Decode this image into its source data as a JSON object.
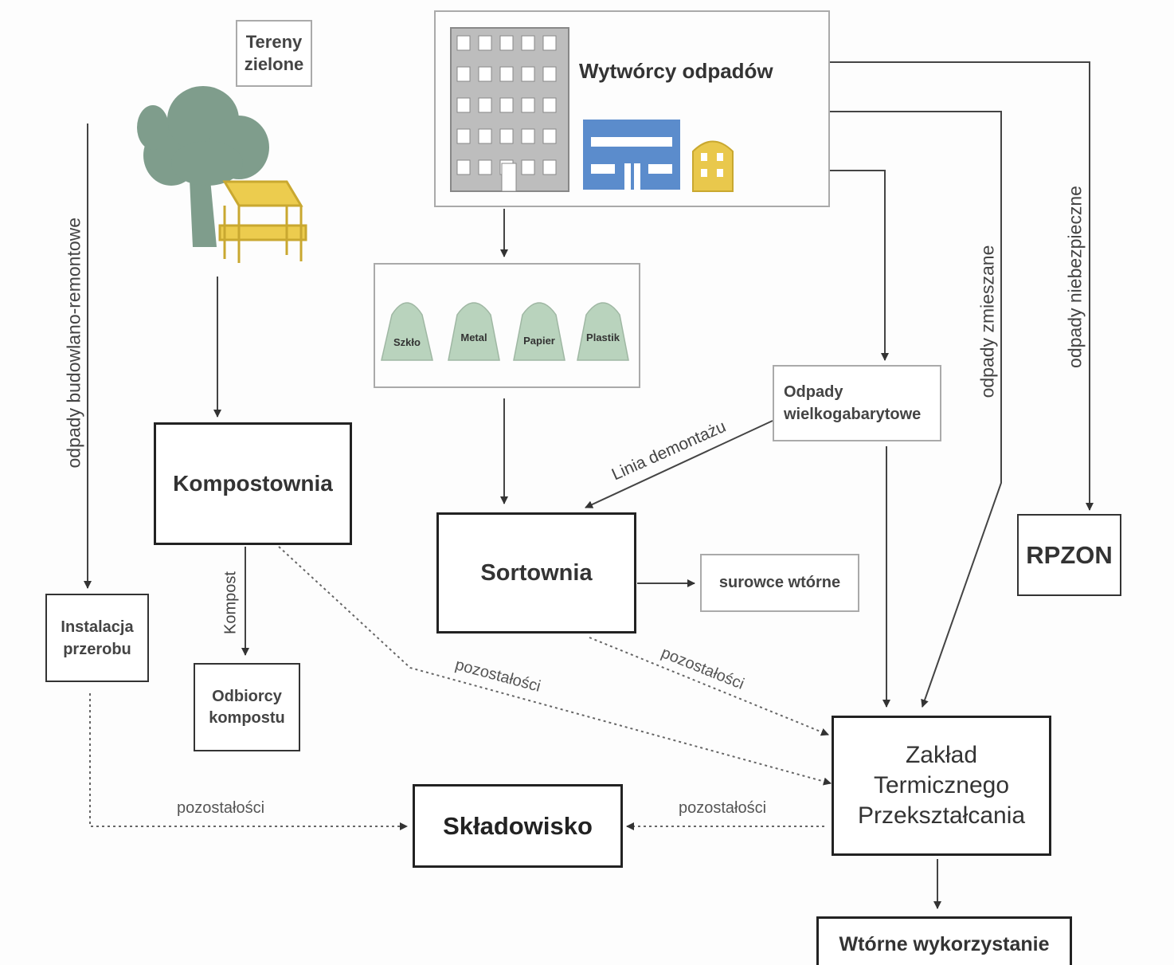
{
  "producers": {
    "title": "Wytwórcy odpadów"
  },
  "green_areas": {
    "label_line1": "Tereny",
    "label_line2": "zielone"
  },
  "bins": {
    "labels": [
      "Szkło",
      "Metal",
      "Papier",
      "Plastik"
    ]
  },
  "composting": {
    "title": "Kompostownia"
  },
  "compost_recipients": {
    "line1": "Odbiorcy",
    "line2": "kompostu"
  },
  "compost_edge": {
    "label": "Kompost"
  },
  "sorting": {
    "title": "Sortownia"
  },
  "secondary_materials": {
    "title": "surowce wtórne"
  },
  "bulky_waste": {
    "line1": "Odpady",
    "line2": "wielkogabarytowe"
  },
  "dismantling_edge": {
    "label": "Linia demontażu"
  },
  "rpzon": {
    "title": "RPZON"
  },
  "processing": {
    "line1": "Instalacja",
    "line2": "przerobu"
  },
  "landfill": {
    "title": "Składowisko"
  },
  "thermal_plant": {
    "line1": "Zakład",
    "line2": "Termicznego",
    "line3": "Przekształcania"
  },
  "reuse": {
    "title": "Wtórne wykorzystanie"
  },
  "edges": {
    "construction_waste": "odpady budowlano-remontowe",
    "mixed_waste": "odpady zmieszane",
    "hazardous_waste": "odpady niebezpieczne",
    "residues_compost": "pozostałości",
    "residues_sorting": "pozostałości",
    "residues_processing": "pozostałości",
    "residues_thermal": "pozostałości"
  },
  "colors": {
    "tree": "#7f9d8c",
    "bench": "#eccc4e",
    "building": "#bdbdbd",
    "blue_building": "#5b8ccc",
    "yellow_house": "#e9c84c",
    "bin": "#b9d3bd"
  }
}
